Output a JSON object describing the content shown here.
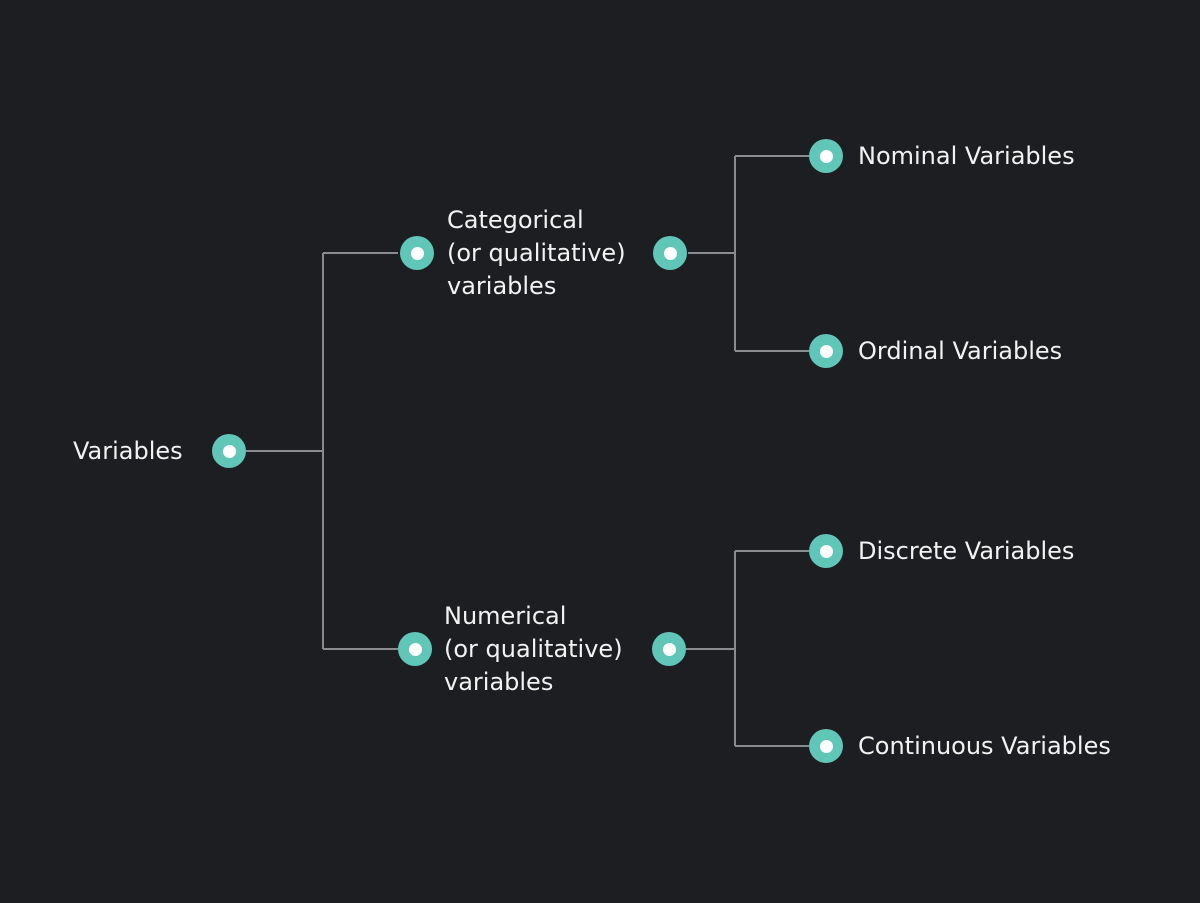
{
  "diagram": {
    "root": {
      "label": "Variables"
    },
    "branches": [
      {
        "lines": [
          "Categorical",
          "(or qualitative)",
          "variables"
        ],
        "children": [
          {
            "label": "Nominal Variables"
          },
          {
            "label": "Ordinal Variables"
          }
        ]
      },
      {
        "lines": [
          "Numerical",
          "(or qualitative)",
          "variables"
        ],
        "children": [
          {
            "label": "Discrete Variables"
          },
          {
            "label": "Continuous Variables"
          }
        ]
      }
    ]
  },
  "colors": {
    "background": "#1d1e21",
    "node": "#5fc6b8",
    "node_center": "#ffffff",
    "connector": "#8a8b8f",
    "text": "#f2f2f2"
  }
}
